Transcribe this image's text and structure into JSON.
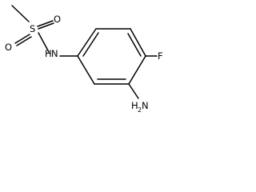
{
  "molecule": {
    "atoms": {
      "sulfur": "S",
      "oxygen_top": "O",
      "oxygen_left": "O",
      "nitrogen_amide": "N",
      "hydrogen_amide": "H",
      "fluorine": "F",
      "nitrogen_amine": "N",
      "hydrogen_amine": "H",
      "amine_subscript": "2"
    }
  }
}
